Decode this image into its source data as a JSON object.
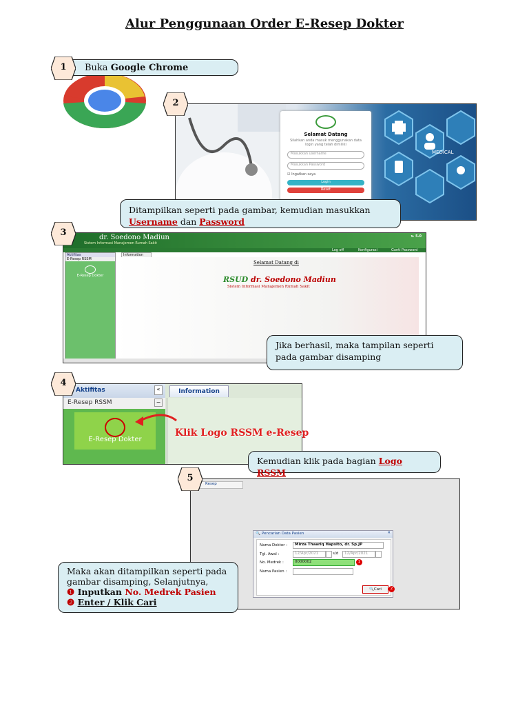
{
  "title": "Alur Penggunaan Order E-Resep Dokter",
  "steps": [
    {
      "number": "1"
    },
    {
      "number": "2"
    },
    {
      "number": "3"
    },
    {
      "number": "4"
    },
    {
      "number": "5"
    }
  ],
  "step1": {
    "text_prefix": "Buka ",
    "text_bold": "Google Chrome"
  },
  "step2": {
    "caption_line1": "Ditampilkan seperti pada gambar, kemudian masukkan",
    "username": "Username",
    "dan": " dan ",
    "password": "Password",
    "login": {
      "welcome": "Selamat Datang",
      "subtitle": "Silahkan anda masuk menggunakan data login yang telah dimiliki",
      "username_placeholder": "Masukkan username",
      "password_placeholder": "Masukkan Password",
      "remember": "Ingatkan saya",
      "login_button": "Login",
      "reset_button": "Reset"
    },
    "medical_label": "MEDICAL"
  },
  "step3": {
    "app_title": "dr. Soedono Madiun",
    "app_subtitle": "Sistem Informasi Manajemen Rumah Sakit",
    "version": "v. 5.0",
    "menu_logout": "Log off",
    "menu_config": "Konfigurasi",
    "menu_password": "Ganti Password",
    "panel_title": "Aktifitas",
    "panel_item": "E-Resep RSSM",
    "tab_label": "Information",
    "icon_label": "E-Resep Dokter",
    "welcome": "Selamat Datang di",
    "brand_rsud": "RSUD",
    "brand_name": " dr. Soedono Madiun",
    "brand_sub": "Sistem Informasi Manajemen Rumah Sakit",
    "caption": "Jika berhasil, maka tampilan seperti pada gambar disamping"
  },
  "step4": {
    "panel_title": "Aktifitas",
    "panel_item": "E-Resep RSSM",
    "tab_label": "Information",
    "icon_label": "E-Resep Dokter",
    "annotation": "Klik Logo RSSM e-Resep",
    "caption_prefix": "Kemudian klik pada bagian ",
    "caption_link": "Logo RSSM"
  },
  "step5": {
    "tab_label": "Resep",
    "dialog_title": "Pencarian Data Pasien",
    "label_dokter": "Nama Dokter :",
    "value_dokter": "Mirza Thaariq Hapsito, dr. Sp.JP",
    "label_tgl": "Tgl. Awal :",
    "date_from": "12/Apr/2021",
    "sd": "s/d",
    "date_to": "12/Apr/2021",
    "label_medrek": "No. Medrek :",
    "value_medrek": "0000002",
    "label_pasien": "Nama Pasien :",
    "button_cari": "Cari",
    "marker1": "1",
    "marker2": "2",
    "caption_line1": "Maka akan ditampilkan seperti pada",
    "caption_line2": "gambar disamping, Selanjutnya,",
    "item1_prefix": "Inputkan ",
    "item1_red": "No. Medrek Pasien",
    "item2": "Enter / Klik Cari"
  },
  "colors": {
    "callout_bg": "#daeef3",
    "accent_red": "#c00000",
    "app_green": "#3a8a3a",
    "badge_fill": "#fde9d9"
  }
}
